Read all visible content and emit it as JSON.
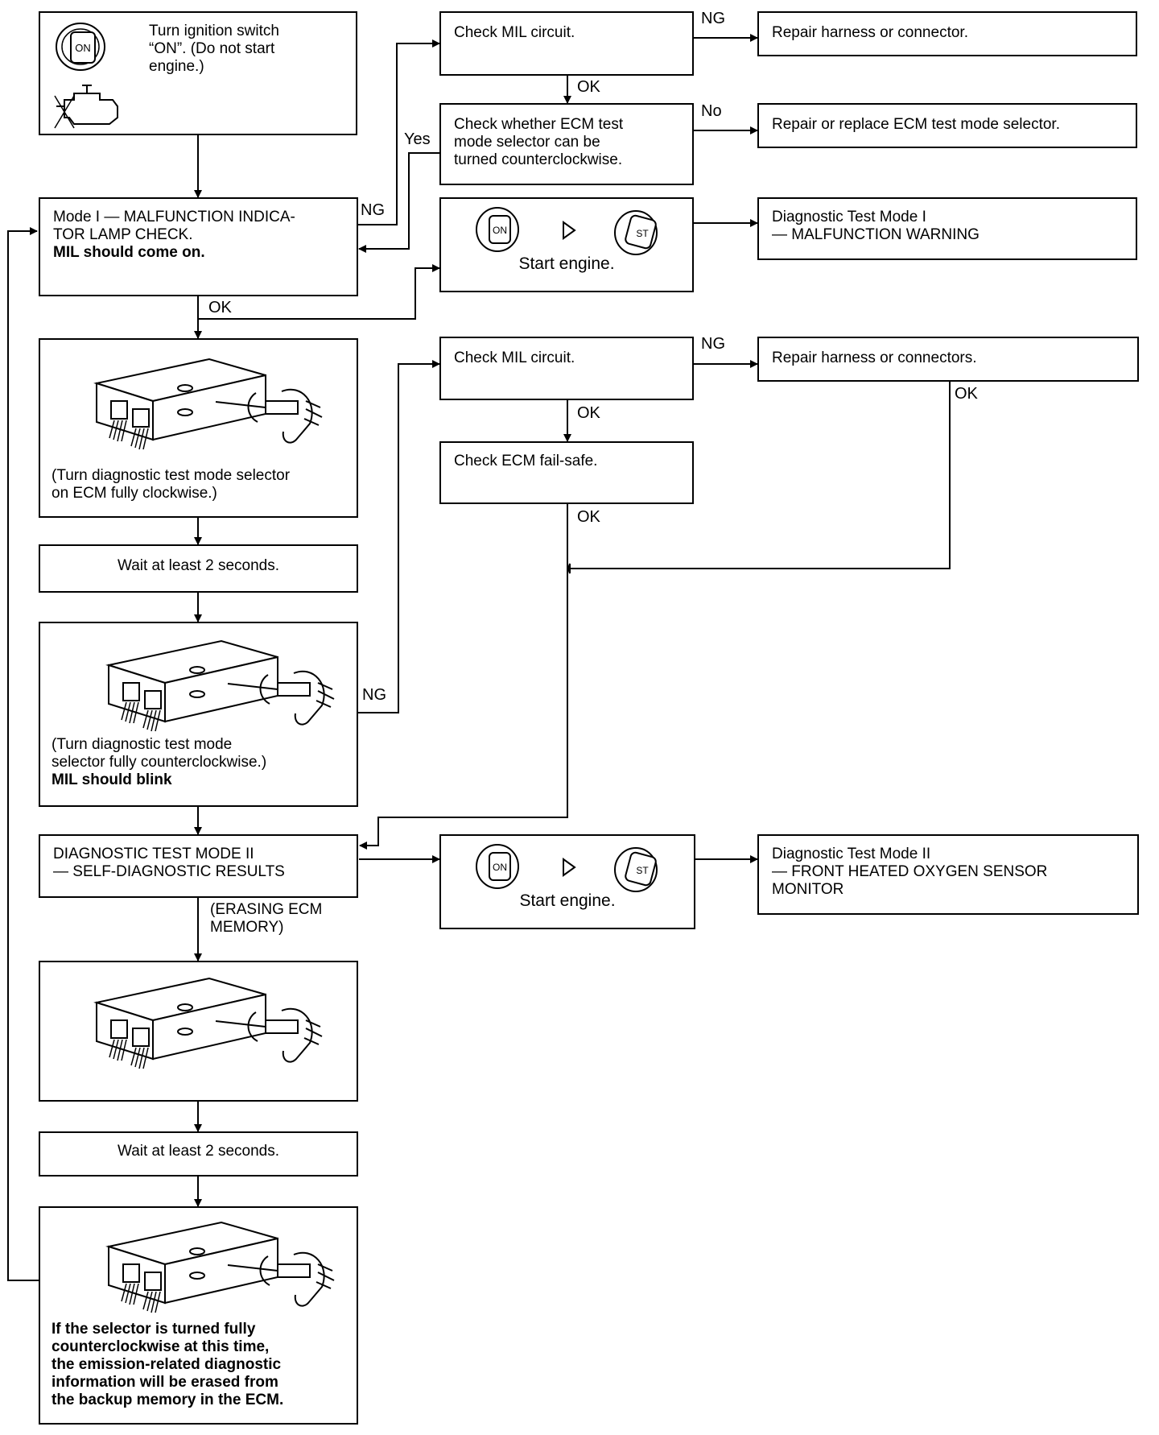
{
  "left_column": {
    "step1": "Turn ignition switch\n“ON”. (Do not start\nengine.)",
    "mode1_line1": "Mode I — MALFUNCTION INDICA-\nTOR LAMP CHECK.",
    "mode1_line2": "MIL should come on.",
    "turn_cw": "(Turn diagnostic test mode selector\non ECM fully clockwise.)",
    "wait1": "Wait at least 2 seconds.",
    "turn_ccw": "(Turn diagnostic test mode\nselector fully counterclockwise.)",
    "mil_blink": "MIL should blink",
    "mode2": "DIAGNOSTIC TEST MODE II\n— SELF-DIAGNOSTIC RESULTS",
    "erasing": "(ERASING ECM\nMEMORY)",
    "wait2": "Wait at least 2 seconds.",
    "warning": "If the selector is turned fully\ncounterclockwise at this time,\nthe emission-related diagnostic\ninformation will be erased from\nthe backup memory in the ECM."
  },
  "middle_column": {
    "check_mil_1": "Check MIL circuit.",
    "check_selector": "Check whether ECM test\nmode selector can be\nturned counterclockwise.",
    "start_engine_1": "Start engine.",
    "check_mil_2": "Check MIL circuit.",
    "check_failsafe": "Check ECM fail-safe.",
    "start_engine_2": "Start engine."
  },
  "right_column": {
    "repair_1": "Repair harness or connector.",
    "repair_selector": "Repair or replace ECM test mode selector.",
    "mode1_result": "Diagnostic Test Mode I\n— MALFUNCTION WARNING",
    "repair_2": "Repair harness or connectors.",
    "mode2_result": "Diagnostic Test Mode II\n— FRONT HEATED OXYGEN SENSOR\n    MONITOR"
  },
  "labels": {
    "ng": "NG",
    "ok": "OK",
    "yes": "Yes",
    "no": "No"
  },
  "icons": {
    "key_on": "ON",
    "key_start": "ST"
  }
}
